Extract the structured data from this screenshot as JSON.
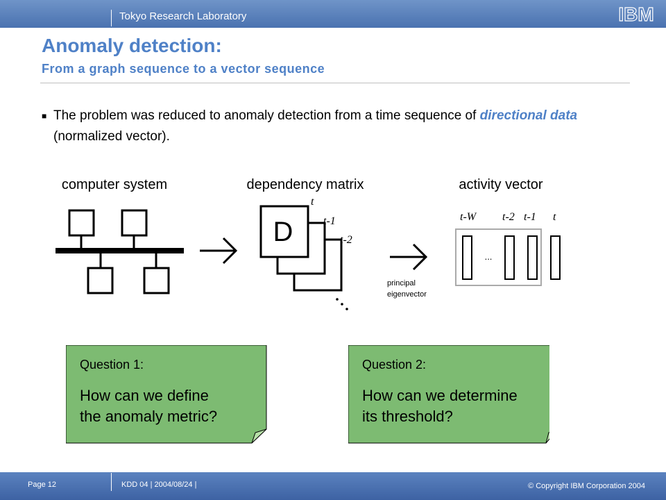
{
  "header": {
    "lab_name": "Tokyo Research Laboratory",
    "logo_text": "IBM"
  },
  "slide": {
    "title": "Anomaly detection:",
    "subtitle": "From a graph sequence to  a vector sequence",
    "bullet": {
      "text_before": "The problem was reduced to anomaly detection from a time sequence of ",
      "emphasis": "directional data",
      "text_after": " (normalized vector)."
    }
  },
  "diagram": {
    "computer_system_label": "computer system",
    "dependency_matrix_label": "dependency matrix",
    "activity_vector_label": "activity vector",
    "matrix_symbol": "D",
    "matrix_time_labels": [
      "t",
      "t-1",
      "t-2"
    ],
    "principal_label_line1": "principal",
    "principal_label_line2": "eigenvector",
    "vector_time_labels": [
      "t-W",
      "t-2",
      "t-1",
      "t"
    ],
    "ellipsis": "..."
  },
  "questions": [
    {
      "label": "Question 1:",
      "text_line1": "How can we define",
      "text_line2": "the anomaly metric?"
    },
    {
      "label": "Question 2:",
      "text_line1": "How can we determine",
      "text_line2": "its threshold?"
    }
  ],
  "footer": {
    "page": "Page 12",
    "conference": "KDD 04 | 2004/08/24 |",
    "copyright": "© Copyright IBM Corporation 2004"
  },
  "colors": {
    "accent_blue": "#4f81c7",
    "note_green": "#7dbb72",
    "bar_blue": "#4a72b0"
  }
}
